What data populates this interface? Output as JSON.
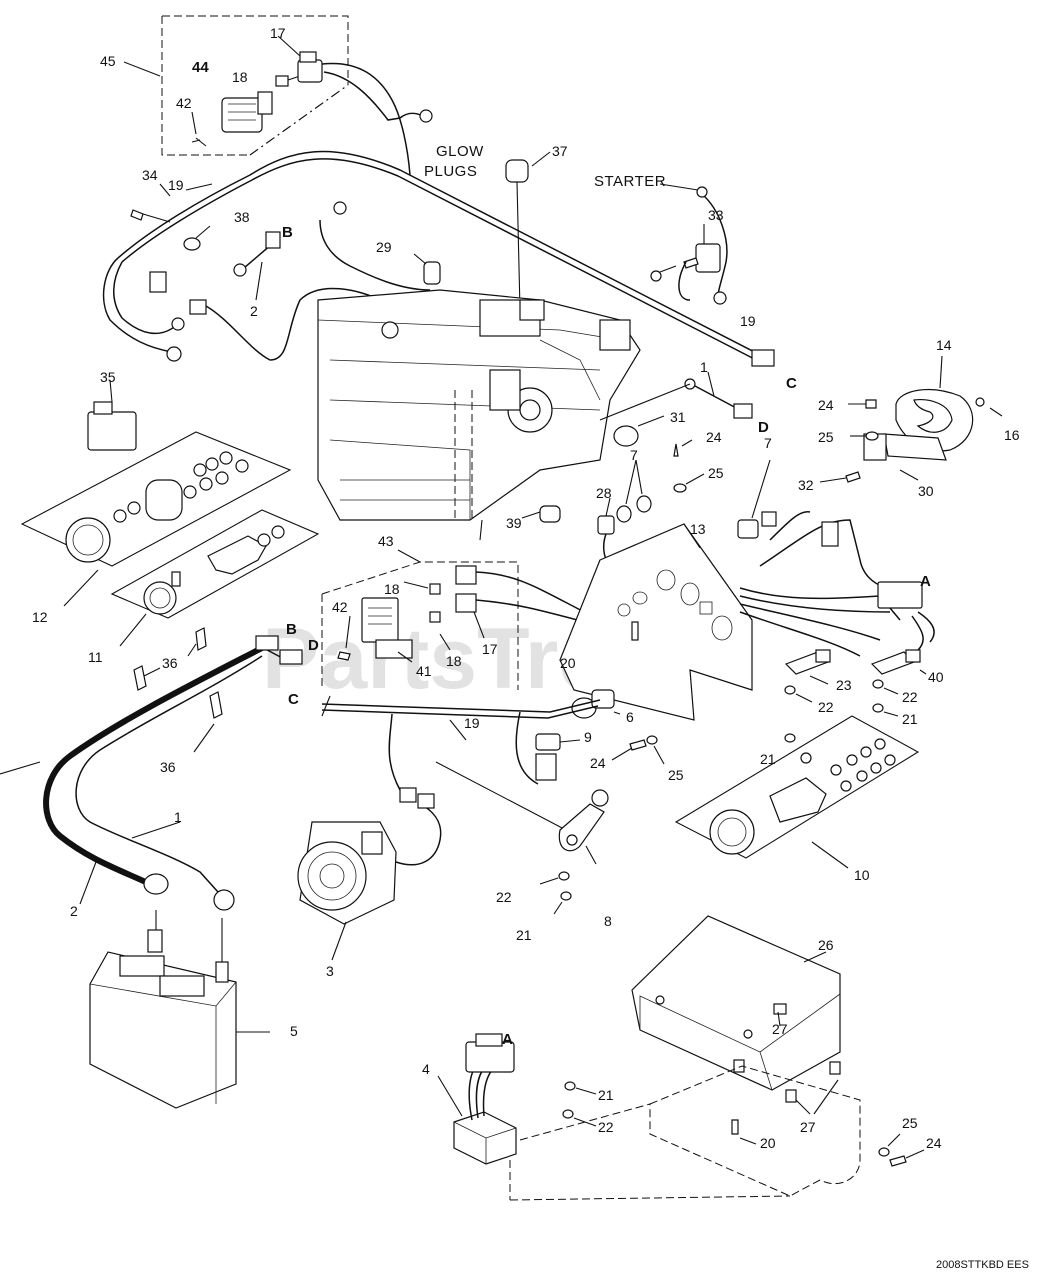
{
  "watermark": "PartsTree",
  "drawing_code": "2008STTKBD EES",
  "labels": {
    "glow_plugs_line1": "GLOW",
    "glow_plugs_line2": "PLUGS",
    "starter": "STARTER"
  },
  "connection_letters": {
    "a1": "A",
    "a2": "A",
    "b1": "B",
    "b2": "B",
    "c1": "C",
    "c2": "C",
    "d1": "D",
    "d2": "D"
  },
  "callouts": {
    "n45": "45",
    "n17a": "17",
    "n44": "44",
    "n18a": "18",
    "n42a": "42",
    "n37": "37",
    "n34": "34",
    "n19a": "19",
    "n38": "38",
    "n29": "29",
    "n2a": "2",
    "n33": "33",
    "n19b": "19",
    "n14": "14",
    "n24a": "24",
    "n16": "16",
    "n25a": "25",
    "n30": "30",
    "n32": "32",
    "n1a": "1",
    "n31": "31",
    "n24b": "24",
    "n25b": "25",
    "n7a": "7",
    "n7b": "7",
    "n35": "35",
    "n28": "28",
    "n39": "39",
    "n13": "13",
    "n43": "43",
    "n18b": "18",
    "n42b": "42",
    "n18c": "18",
    "n17b": "17",
    "n41": "41",
    "n20a": "20",
    "n12": "12",
    "n11": "11",
    "n36a": "36",
    "n36b": "36",
    "n23": "23",
    "n22a": "22",
    "n40": "40",
    "n22b": "22",
    "n21a": "21",
    "n21b": "21",
    "n19c": "19",
    "n6": "6",
    "n9": "9",
    "n24c": "24",
    "n25c": "25",
    "n10": "10",
    "n1b": "1",
    "n2b": "2",
    "n22c": "22",
    "n21c": "21",
    "n8": "8",
    "n3": "3",
    "n5": "5",
    "n26": "26",
    "n27a": "27",
    "n4": "4",
    "n21d": "21",
    "n22d": "22",
    "n20b": "20",
    "n27b": "27",
    "n25d": "25",
    "n24d": "24"
  },
  "icons": [
    "battery-icon",
    "engine-icon",
    "clutch-icon",
    "hour-meter-icon",
    "ammeter-icon",
    "fuel-gauge-icon",
    "glow-plug-icon",
    "starter-solenoid-icon",
    "control-panel-icon",
    "battery-tray-icon",
    "connector-icon",
    "switch-icon",
    "bracket-icon"
  ]
}
